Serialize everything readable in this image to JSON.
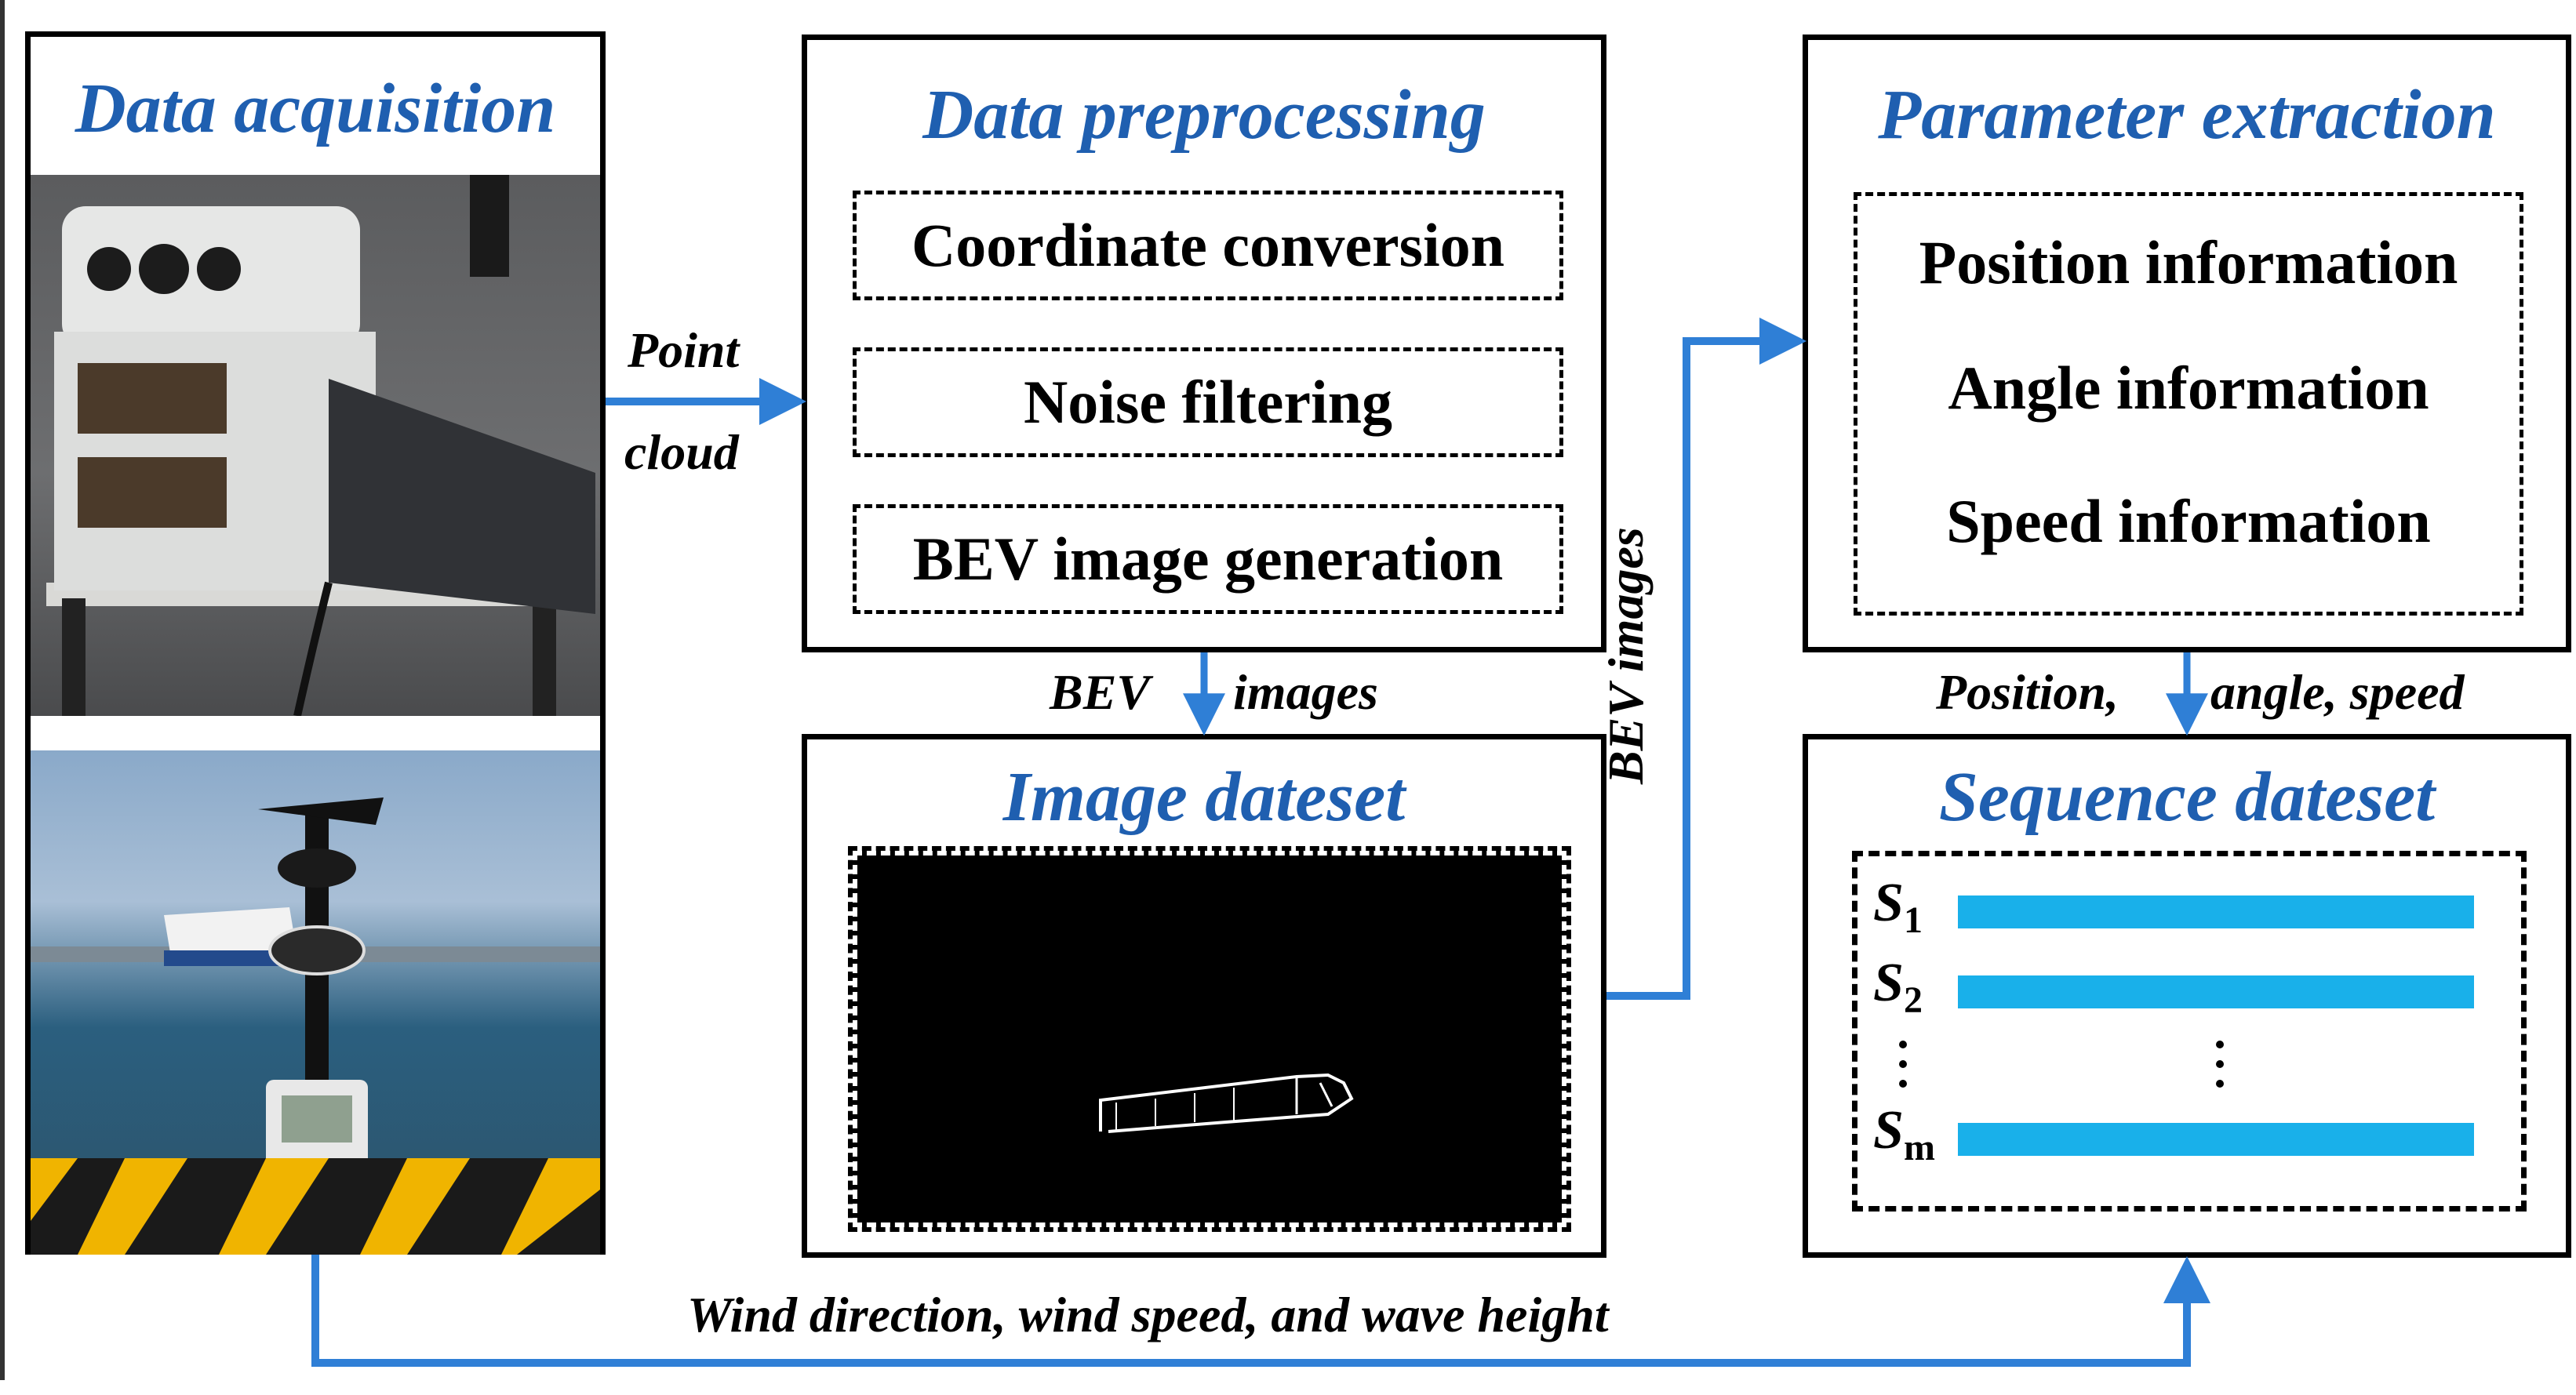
{
  "colors": {
    "accent_blue": "#1f5fb0",
    "arrow_blue": "#2f7fd6",
    "bar_cyan": "#19b0ea"
  },
  "acquisition": {
    "title": "Data acquisition",
    "photo_top": "lidar-sensor-and-laptop-photo",
    "photo_bottom": "anemometer-at-seaside-photo"
  },
  "preprocessing": {
    "title": "Data preprocessing",
    "steps": [
      "Coordinate conversion",
      "Noise filtering",
      "BEV image generation"
    ]
  },
  "image_dataset": {
    "title": "Image dateset"
  },
  "parameter_extraction": {
    "title": "Parameter extraction",
    "items": [
      "Position information",
      "Angle information",
      "Speed information"
    ]
  },
  "sequence_dataset": {
    "title": "Sequence dateset",
    "rows": [
      {
        "base": "S",
        "sub": "1"
      },
      {
        "base": "S",
        "sub": "2"
      },
      {
        "base": "S",
        "sub": "m"
      }
    ]
  },
  "labels": {
    "point": "Point",
    "cloud": "cloud",
    "bev": "BEV",
    "images": "images",
    "bev_images_vertical": "BEV  images",
    "position_angle_speed_left": "Position,",
    "position_angle_speed_right": "angle, speed",
    "environment": "Wind direction, wind speed, and wave height"
  }
}
